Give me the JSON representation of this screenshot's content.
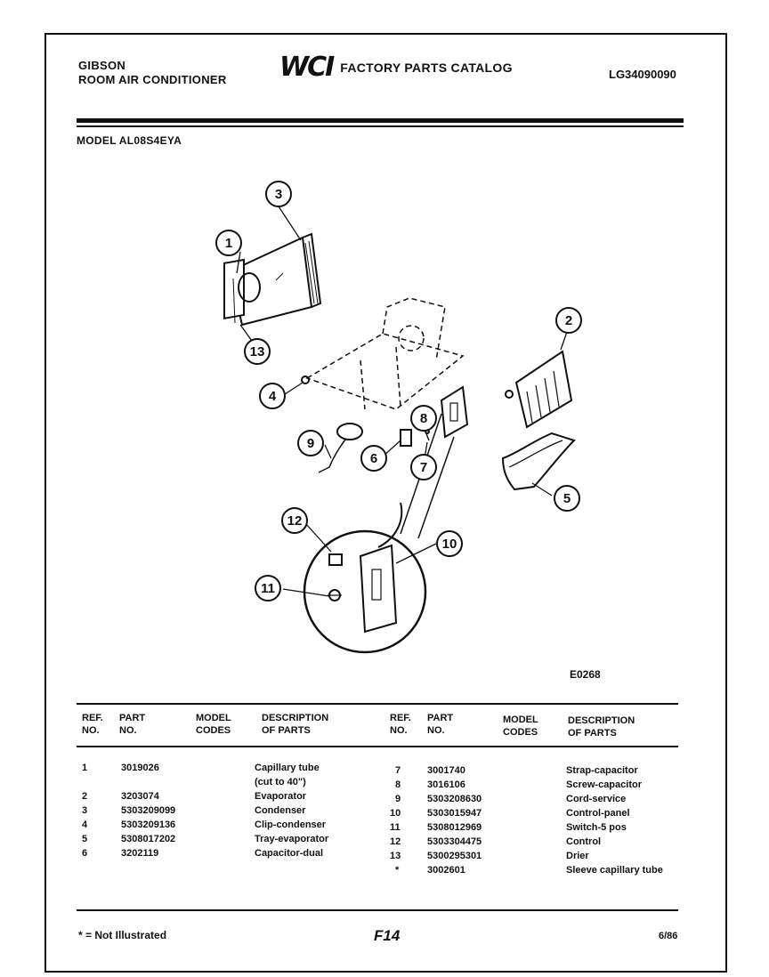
{
  "header": {
    "brand": "GIBSON",
    "product": "ROOM AIR CONDITIONER",
    "logo": "WCI",
    "catalog_title": "FACTORY PARTS CATALOG",
    "catalog_number": "LG34090090"
  },
  "model_label": "MODEL AL08S4EYA",
  "figure_code": "E0268",
  "callouts": [
    "1",
    "2",
    "3",
    "4",
    "5",
    "6",
    "7",
    "8",
    "9",
    "10",
    "11",
    "12",
    "13"
  ],
  "table": {
    "headers": {
      "ref": [
        "REF.",
        "NO."
      ],
      "part": [
        "PART",
        "NO."
      ],
      "model": [
        "MODEL",
        "CODES"
      ],
      "desc": [
        "DESCRIPTION",
        "OF PARTS"
      ]
    },
    "left_rows": [
      {
        "ref": "1",
        "part": "3019026",
        "desc": "Capillary tube"
      },
      {
        "ref": "",
        "part": "",
        "desc": "(cut to 40\")"
      },
      {
        "ref": "2",
        "part": "3203074",
        "desc": "Evaporator"
      },
      {
        "ref": "3",
        "part": "5303209099",
        "desc": "Condenser"
      },
      {
        "ref": "4",
        "part": "5303209136",
        "desc": "Clip-condenser"
      },
      {
        "ref": "5",
        "part": "5308017202",
        "desc": "Tray-evaporator"
      },
      {
        "ref": "6",
        "part": "3202119",
        "desc": "Capacitor-dual"
      }
    ],
    "right_rows": [
      {
        "ref": "7",
        "part": "3001740",
        "desc": "Strap-capacitor"
      },
      {
        "ref": "8",
        "part": "3016106",
        "desc": "Screw-capacitor"
      },
      {
        "ref": "9",
        "part": "5303208630",
        "desc": "Cord-service"
      },
      {
        "ref": "10",
        "part": "5303015947",
        "desc": "Control-panel"
      },
      {
        "ref": "11",
        "part": "5308012969",
        "desc": "Switch-5 pos"
      },
      {
        "ref": "12",
        "part": "5303304475",
        "desc": "Control"
      },
      {
        "ref": "13",
        "part": "5300295301",
        "desc": "Drier"
      },
      {
        "ref": "*",
        "part": "3002601",
        "desc": "Sleeve capillary tube"
      }
    ]
  },
  "footer": {
    "note": "* = Not Illustrated",
    "page": "F14",
    "date": "6/86"
  }
}
